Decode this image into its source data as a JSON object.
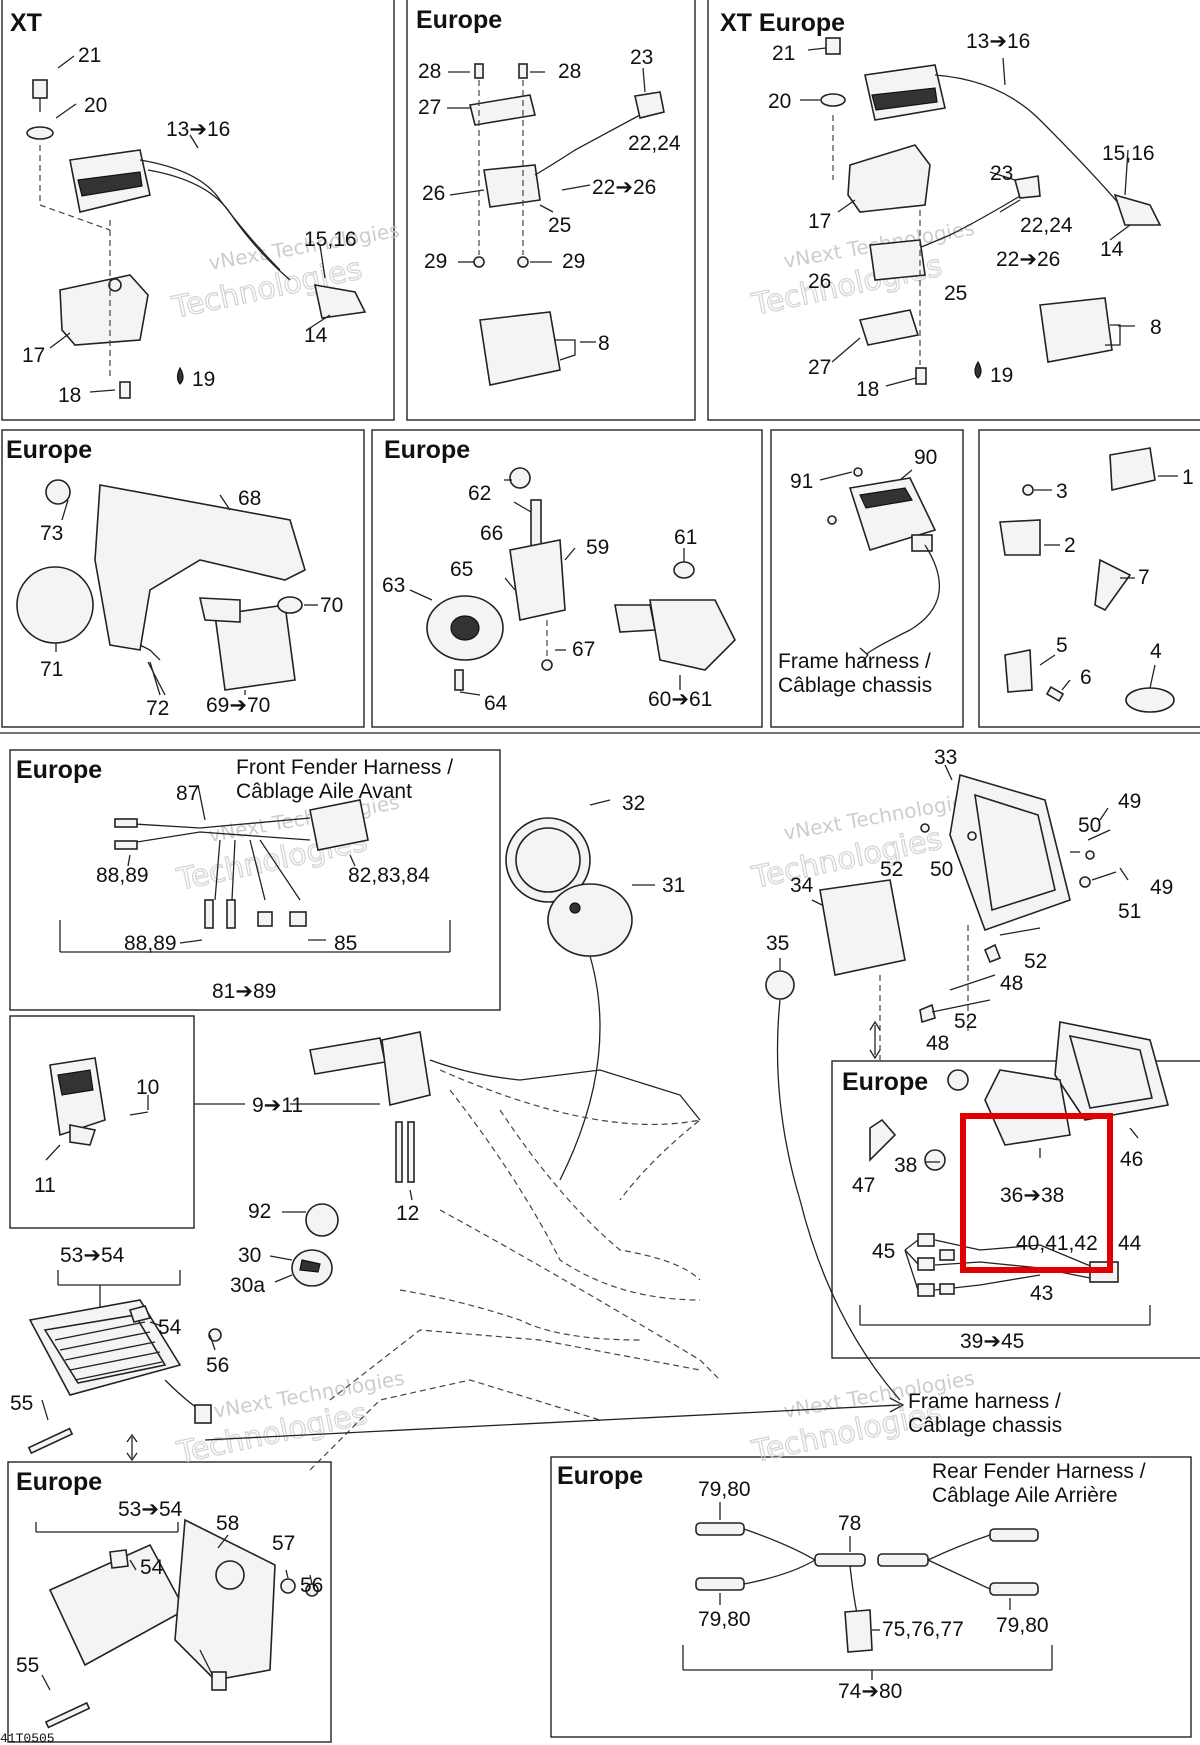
{
  "panels": {
    "xt": {
      "title": "XT"
    },
    "europe_top": {
      "title": "Europe"
    },
    "xt_europe": {
      "title": "XT Europe"
    },
    "europe_mid1": {
      "title": "Europe"
    },
    "europe_mid2": {
      "title": "Europe"
    },
    "europe_front": {
      "title": "Europe",
      "caption_line1": "Front Fender Harness /",
      "caption_line2": "Câblage Aile Avant"
    },
    "europe_right": {
      "title": "Europe"
    },
    "europe_bottom_left": {
      "title": "Europe"
    },
    "europe_rear": {
      "title": "Europe",
      "caption_line1": "Rear Fender Harness /",
      "caption_line2": "Câblage Aile Arrière"
    }
  },
  "frame_harness": {
    "line1": "Frame harness /",
    "line2": "Câblage chassis"
  },
  "watermark": {
    "line1": "vNext Technologies",
    "line2": "Technologies"
  },
  "footer": {
    "code": "41T0505"
  },
  "highlight": {
    "color": "#e00000"
  },
  "callouts": {
    "xt_21": "21",
    "xt_20": "20",
    "xt_13_16": "13➔16",
    "xt_15_16": "15,16",
    "xt_14": "14",
    "xt_17": "17",
    "xt_18": "18",
    "xt_19": "19",
    "eu_28a": "28",
    "eu_28b": "28",
    "eu_23": "23",
    "eu_27": "27",
    "eu_22_24": "22,24",
    "eu_26": "26",
    "eu_22_26": "22➔26",
    "eu_25": "25",
    "eu_29a": "29",
    "eu_29b": "29",
    "eu_8": "8",
    "xe_21": "21",
    "xe_13_16": "13➔16",
    "xe_20": "20",
    "xe_15_16": "15,16",
    "xe_23": "23",
    "xe_17": "17",
    "xe_22_24": "22,24",
    "xe_14": "14",
    "xe_26": "26",
    "xe_22_26": "22➔26",
    "xe_25": "25",
    "xe_8": "8",
    "xe_27": "27",
    "xe_18": "18",
    "xe_19": "19",
    "m_68": "68",
    "m_73": "73",
    "m_70": "70",
    "m_71": "71",
    "m_72": "72",
    "m_69_70": "69➔70",
    "m_62": "62",
    "m_66": "66",
    "m_59": "59",
    "m_61": "61",
    "m_63": "63",
    "m_65": "65",
    "m_67": "67",
    "m_64": "64",
    "m_60_61": "60➔61",
    "m_90": "90",
    "m_91": "91",
    "m_1": "1",
    "m_3": "3",
    "m_2": "2",
    "m_7": "7",
    "m_5": "5",
    "m_6": "6",
    "m_4": "4",
    "f_87": "87",
    "f_88_89a": "88,89",
    "f_82_84": "82,83,84",
    "f_88_89b": "88,89",
    "f_85": "85",
    "f_81_89": "81➔89",
    "c_32": "32",
    "c_31": "31",
    "c_33": "33",
    "c_49a": "49",
    "c_50a": "50",
    "c_52a": "52",
    "c_50b": "50",
    "c_49b": "49",
    "c_51": "51",
    "c_34": "34",
    "c_35": "35",
    "c_52b": "52",
    "c_48a": "48",
    "c_52c": "52",
    "c_48b": "48",
    "r_47": "47",
    "r_38": "38",
    "r_36_38": "36➔38",
    "r_46": "46",
    "r_45": "45",
    "r_40_42": "40,41,42",
    "r_44": "44",
    "r_43": "43",
    "r_39_45": "39➔45",
    "s_10": "10",
    "s_9_11": "9➔11",
    "s_11": "11",
    "s_12": "12",
    "s_92": "92",
    "s_30": "30",
    "s_30a": "30a",
    "t_53_54": "53➔54",
    "t_54": "54",
    "t_56": "56",
    "t_55": "55",
    "b_53_54": "53➔54",
    "b_58": "58",
    "b_54": "54",
    "b_57": "57",
    "b_56": "56",
    "b_55": "55",
    "rr_79_80a": "79,80",
    "rr_78": "78",
    "rr_79_80b": "79,80",
    "rr_75_77": "75,76,77",
    "rr_79_80c": "79,80",
    "rr_74_80": "74➔80"
  }
}
